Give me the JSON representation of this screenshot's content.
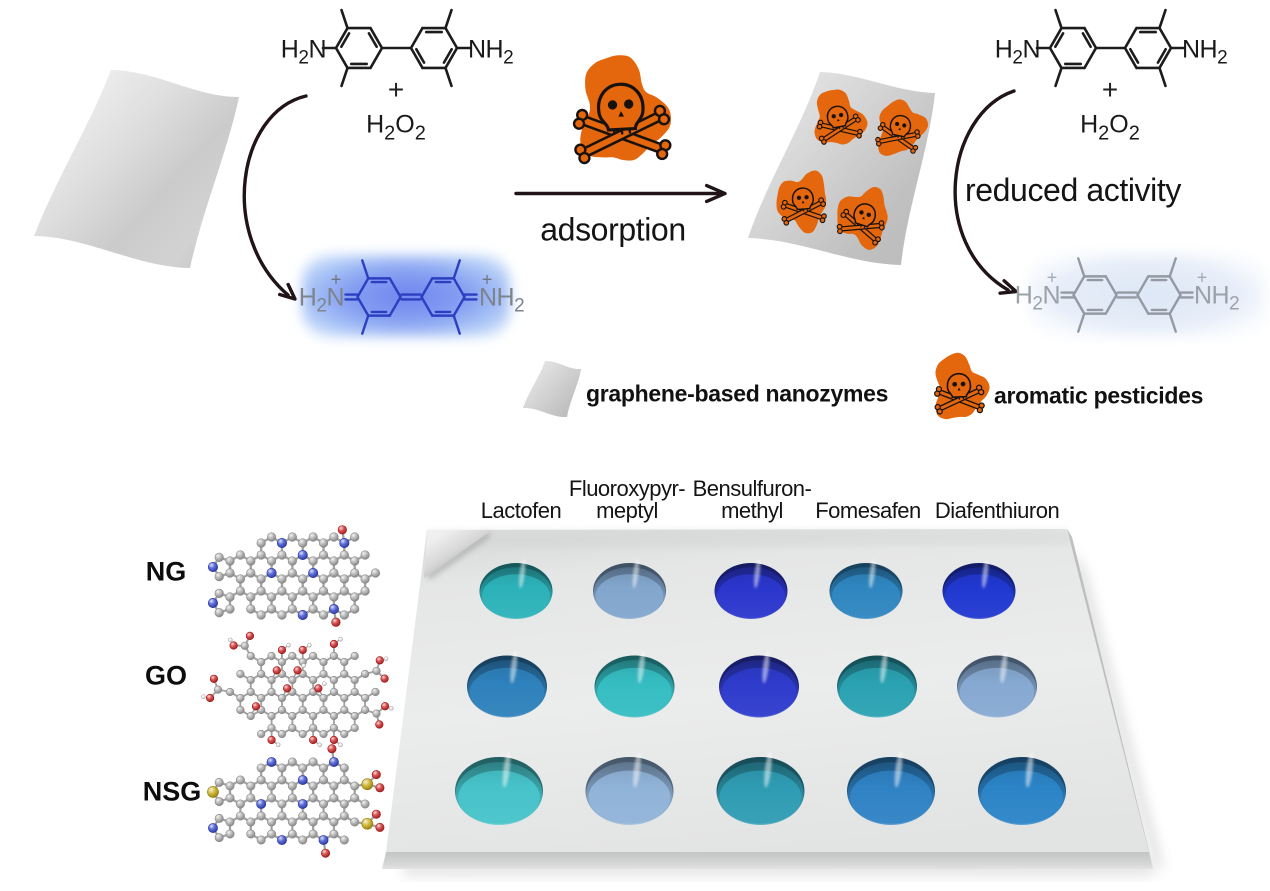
{
  "colors": {
    "background": "#ffffff",
    "pesticide_orange": "#e4660d",
    "arrow_dark": "#201418",
    "tmb_bond_black": "#1c1c1c",
    "oxtmb_bond_blue": "#2b3fc0",
    "oxtmb_label_gray": "#7e848d",
    "oxtmb_glow_blue": "#6e82f0",
    "faded_bond_gray": "#949aa3",
    "faded_label_gray": "#9ba1a9",
    "faded_glow_blue": "#dde7f6",
    "sheet_gray_light": "#ececec",
    "sheet_gray_dark": "#b9b9b9",
    "plate_gray": "#e9eaea",
    "atom_carbon": "#a9a9a9",
    "atom_nitrogen": "#2f42cf",
    "atom_oxygen": "#cf1d1d",
    "atom_sulfur": "#c7a70a",
    "atom_hydrogen": "#f4f4f4"
  },
  "reaction_scheme": {
    "amine_left": {
      "pre": "H",
      "sub": "2",
      "post": "N"
    },
    "amine_right": {
      "pre": "NH",
      "sub": "2",
      "post": ""
    },
    "plus": "+",
    "peroxide": {
      "p1": "H",
      "s1": "2",
      "p2": "O",
      "s2": "2"
    },
    "charge_plus": "+",
    "adsorption_label": "adsorption",
    "reduced_activity_label": "reduced activity"
  },
  "legend": {
    "nanozyme": "graphene-based nanozymes",
    "pesticide": "aromatic pesticides"
  },
  "assay": {
    "columns": [
      {
        "line1": "Lactofen",
        "line2": ""
      },
      {
        "line1": "Fluoroxypyr-",
        "line2": "meptyl"
      },
      {
        "line1": "Bensulfuron-",
        "line2": "methyl"
      },
      {
        "line1": "Fomesafen",
        "line2": ""
      },
      {
        "line1": "Diafenthiuron",
        "line2": ""
      }
    ],
    "rows": [
      {
        "label": "NG"
      },
      {
        "label": "GO"
      },
      {
        "label": "NSG"
      }
    ],
    "well_colors": [
      [
        "#2cb2b9",
        "#82a6cd",
        "#2b36cd",
        "#2f86c0",
        "#2138d1"
      ],
      [
        "#2e81bc",
        "#35bdc2",
        "#2e3bcc",
        "#2aa2b2",
        "#86a9d2"
      ],
      [
        "#46c3c9",
        "#90b3d8",
        "#2f9cb3",
        "#2f82c4",
        "#2b84c7"
      ]
    ]
  }
}
